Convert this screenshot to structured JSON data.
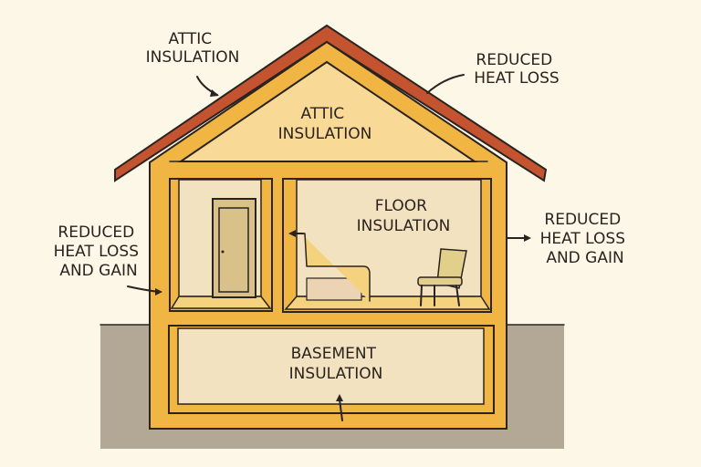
{
  "title": "Home insulation diagram",
  "labels": {
    "attic_outside": [
      "ATTIC",
      "INSULATION"
    ],
    "reduced_heat_loss": [
      "REDUCED",
      "HEAT LOSS"
    ],
    "attic_inside": [
      "ATTIC",
      "INSULATION"
    ],
    "left_side": [
      "REDUCED",
      "HEAT LOSS",
      "AND GAIN"
    ],
    "right_side": [
      "REDUCED",
      "HEAT LOSS",
      "AND GAIN"
    ],
    "floor": [
      "FLOOR",
      "INSULATION"
    ],
    "basement": [
      "BASEMENT",
      "INSULATION"
    ]
  },
  "colors": {
    "background": "#fdf7e7",
    "roof": "#c4532f",
    "frame": "#f1b544",
    "attic_fill": "#f8d995",
    "room_fill": "#f3e2bf",
    "ground": "#b3a896",
    "door": "#d8c28a"
  }
}
